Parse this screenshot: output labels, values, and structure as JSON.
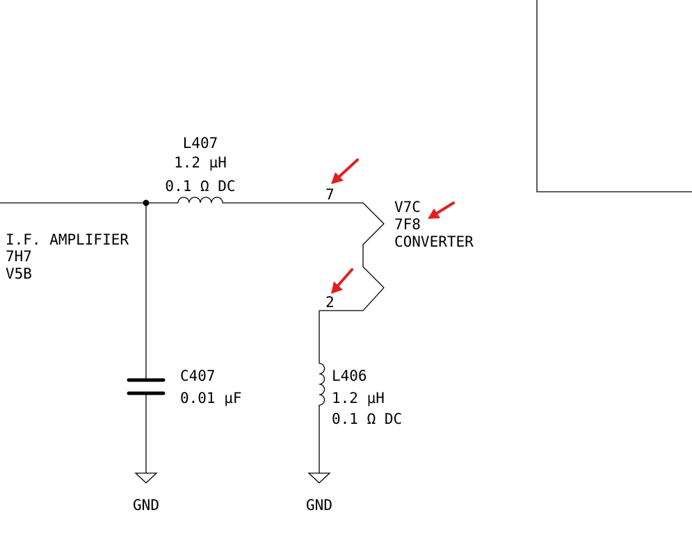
{
  "components": {
    "l407": {
      "ref": "L407",
      "value": "1.2 µH",
      "resistance": "0.1 Ω DC"
    },
    "c407": {
      "ref": "C407",
      "value": "0.01 µF"
    },
    "l406": {
      "ref": "L406",
      "value": "1.2 µH",
      "resistance": "0.1 Ω DC"
    },
    "v7c": {
      "ref": "V7C",
      "tube": "7F8",
      "function": "CONVERTER",
      "pin_top": "7",
      "pin_bottom": "2"
    },
    "if_amp": {
      "line1": "I.F. AMPLIFIER",
      "line2": "7H7",
      "line3": "V5B"
    }
  },
  "grounds": {
    "left": "GND",
    "right": "GND"
  },
  "colors": {
    "wire": "#000000",
    "annotation_arrow": "#e02020"
  }
}
